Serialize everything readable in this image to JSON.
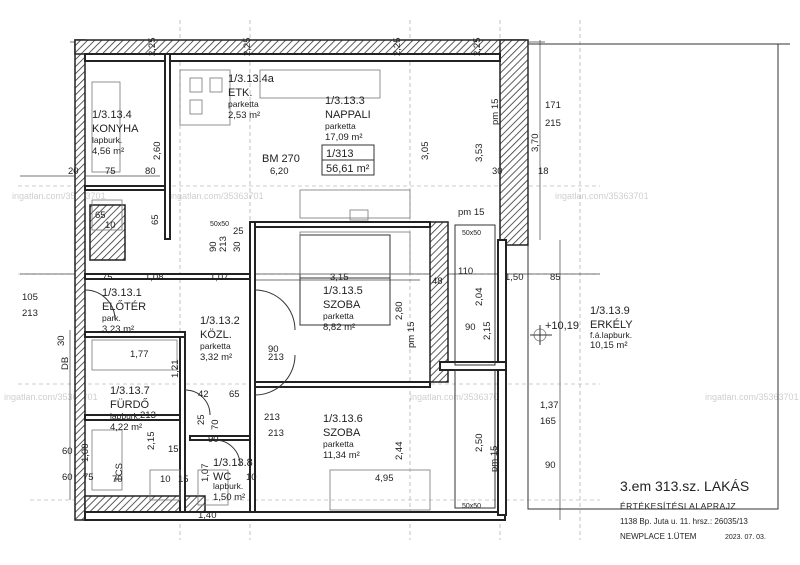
{
  "title_block": {
    "title": "3.em 313.sz. LAKÁS",
    "subtitle": "ÉRTÉKESÍTÉSI ALAPRAJZ",
    "address": "1138 Bp. Juta u. 11. hrsz.: 26035/13",
    "project": "NEWPLACE 1.ÜTEM",
    "date": "2023. 07. 03."
  },
  "watermark": "ingatlan.com/35363701",
  "summary": {
    "code": "1/313",
    "area": "56,61 m²",
    "level": "BM 270",
    "elevation": "+10,19"
  },
  "rooms": [
    {
      "id": "1/3.13.4a",
      "name": "ETK.",
      "material": "parketta",
      "area": "2,53 m²"
    },
    {
      "id": "1/3.13.3",
      "name": "NAPPALI",
      "material": "parketta",
      "area": "17,09 m²"
    },
    {
      "id": "1/3.13.4",
      "name": "KONYHA",
      "material": "lapburk.",
      "area": "4,56 m²"
    },
    {
      "id": "1/3.13.1",
      "name": "ELŐTÉR",
      "material": "park.",
      "area": "3,23 m²"
    },
    {
      "id": "1/3.13.2",
      "name": "KÖZL.",
      "material": "parketta",
      "area": "3,32 m²"
    },
    {
      "id": "1/3.13.5",
      "name": "SZOBA",
      "material": "parketta",
      "area": "8,82 m²"
    },
    {
      "id": "1/3.13.7",
      "name": "FÜRDŐ",
      "material": "lapburk.",
      "area": "4,22 m²"
    },
    {
      "id": "1/3.13.6",
      "name": "SZOBA",
      "material": "parketta",
      "area": "11,34 m²"
    },
    {
      "id": "1/3.13.8",
      "name": "WC",
      "material": "lapburk.",
      "area": "1,50 m²"
    },
    {
      "id": "1/3.13.9",
      "name": "ERKÉLY",
      "material": "f.á.lapburk.",
      "area": "10,15 m²"
    }
  ],
  "small_labels": [
    "DB",
    "TCS",
    "pm 15",
    "pm 15",
    "pm 15",
    "pm 15",
    "50x50",
    "50x50",
    "50x50"
  ],
  "dimensions": [
    "2,25",
    "2,25",
    "2,25",
    "2,25",
    "171",
    "215",
    "3,70",
    "20",
    "75",
    "80",
    "2,60",
    "6,20",
    "3,05",
    "3,53",
    "30",
    "18",
    "65",
    "10",
    "65",
    "90",
    "213",
    "25",
    "30",
    "75",
    "1,08",
    "1,07",
    "3,15",
    "48",
    "110",
    "1,50",
    "85",
    "105",
    "213",
    "30",
    "1,77",
    "2,80",
    "2,04",
    "2,15",
    "90",
    "213",
    "1,21",
    "42",
    "65",
    "213",
    "25",
    "2,15",
    "70",
    "213",
    "2,44",
    "2,50",
    "1,37",
    "165",
    "60",
    "1,00",
    "1,07",
    "4,95",
    "1,40",
    "60",
    "90",
    "75",
    "70",
    "90",
    "213",
    "10",
    "15",
    "90",
    "15",
    "10"
  ]
}
